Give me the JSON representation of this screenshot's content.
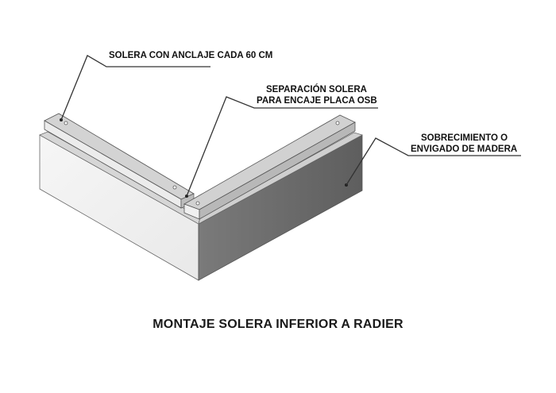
{
  "labels": {
    "solera_anclaje": "SOLERA CON ANCLAJE CADA 60 CM",
    "separacion_line1": "SEPARACIÓN SOLERA",
    "separacion_line2": "PARA ENCAJE PLACA OSB",
    "sobrecimiento_line1": "SOBRECIMIENTO O",
    "sobrecimiento_line2": "ENVIGADO DE MADERA"
  },
  "title": "MONTAJE SOLERA INFERIOR A RADIER",
  "colors": {
    "front_face_light": "#f1f1f1",
    "front_face_dark": "#6e6e6e",
    "top_face": "#dedede",
    "sill_top": "#d4d4d4",
    "sill_side": "#e9e9e9",
    "outline": "#555555",
    "leader_line": "#333333"
  }
}
